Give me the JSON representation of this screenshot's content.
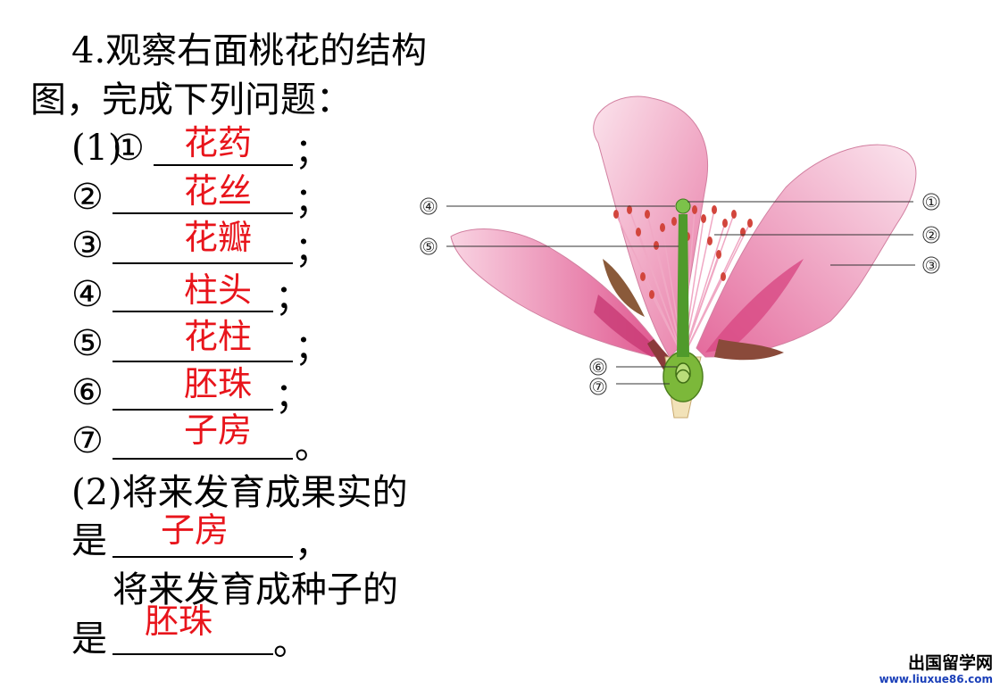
{
  "question": {
    "title_line1": "4.观察右面桃花的结构",
    "title_line2": "图，完成下列问题：",
    "part1_prefix": "(1)",
    "items": [
      {
        "marker": "①",
        "answer": "花药",
        "end": "；"
      },
      {
        "marker": "②",
        "answer": "花丝",
        "end": "；"
      },
      {
        "marker": "③",
        "answer": "花瓣",
        "end": "；"
      },
      {
        "marker": "④",
        "answer": "柱头",
        "end": "；"
      },
      {
        "marker": "⑤",
        "answer": "花柱",
        "end": "；"
      },
      {
        "marker": "⑥",
        "answer": "胚珠",
        "end": "；"
      },
      {
        "marker": "⑦",
        "answer": "子房",
        "end": "。"
      }
    ],
    "part2_line1": "(2)将来发育成果实的",
    "part2_line2_prefix": "是",
    "part2_answer1": "子房",
    "part2_line2_end": "，",
    "part2_line3": "将来发育成种子的",
    "part2_line4_prefix": "是",
    "part2_answer2": "胚珠",
    "part2_line4_end": "。"
  },
  "diagram": {
    "labels": [
      "①",
      "②",
      "③",
      "④",
      "⑤",
      "⑥",
      "⑦"
    ],
    "colors": {
      "petal": "#f2a9c4",
      "petal_dark": "#de5b8f",
      "style": "#4f9a2b",
      "anther": "#d2453c",
      "ovary": "#7cb83a"
    }
  },
  "watermark": {
    "site_name": "出国留学网",
    "url": "www.liuxue86.com"
  }
}
